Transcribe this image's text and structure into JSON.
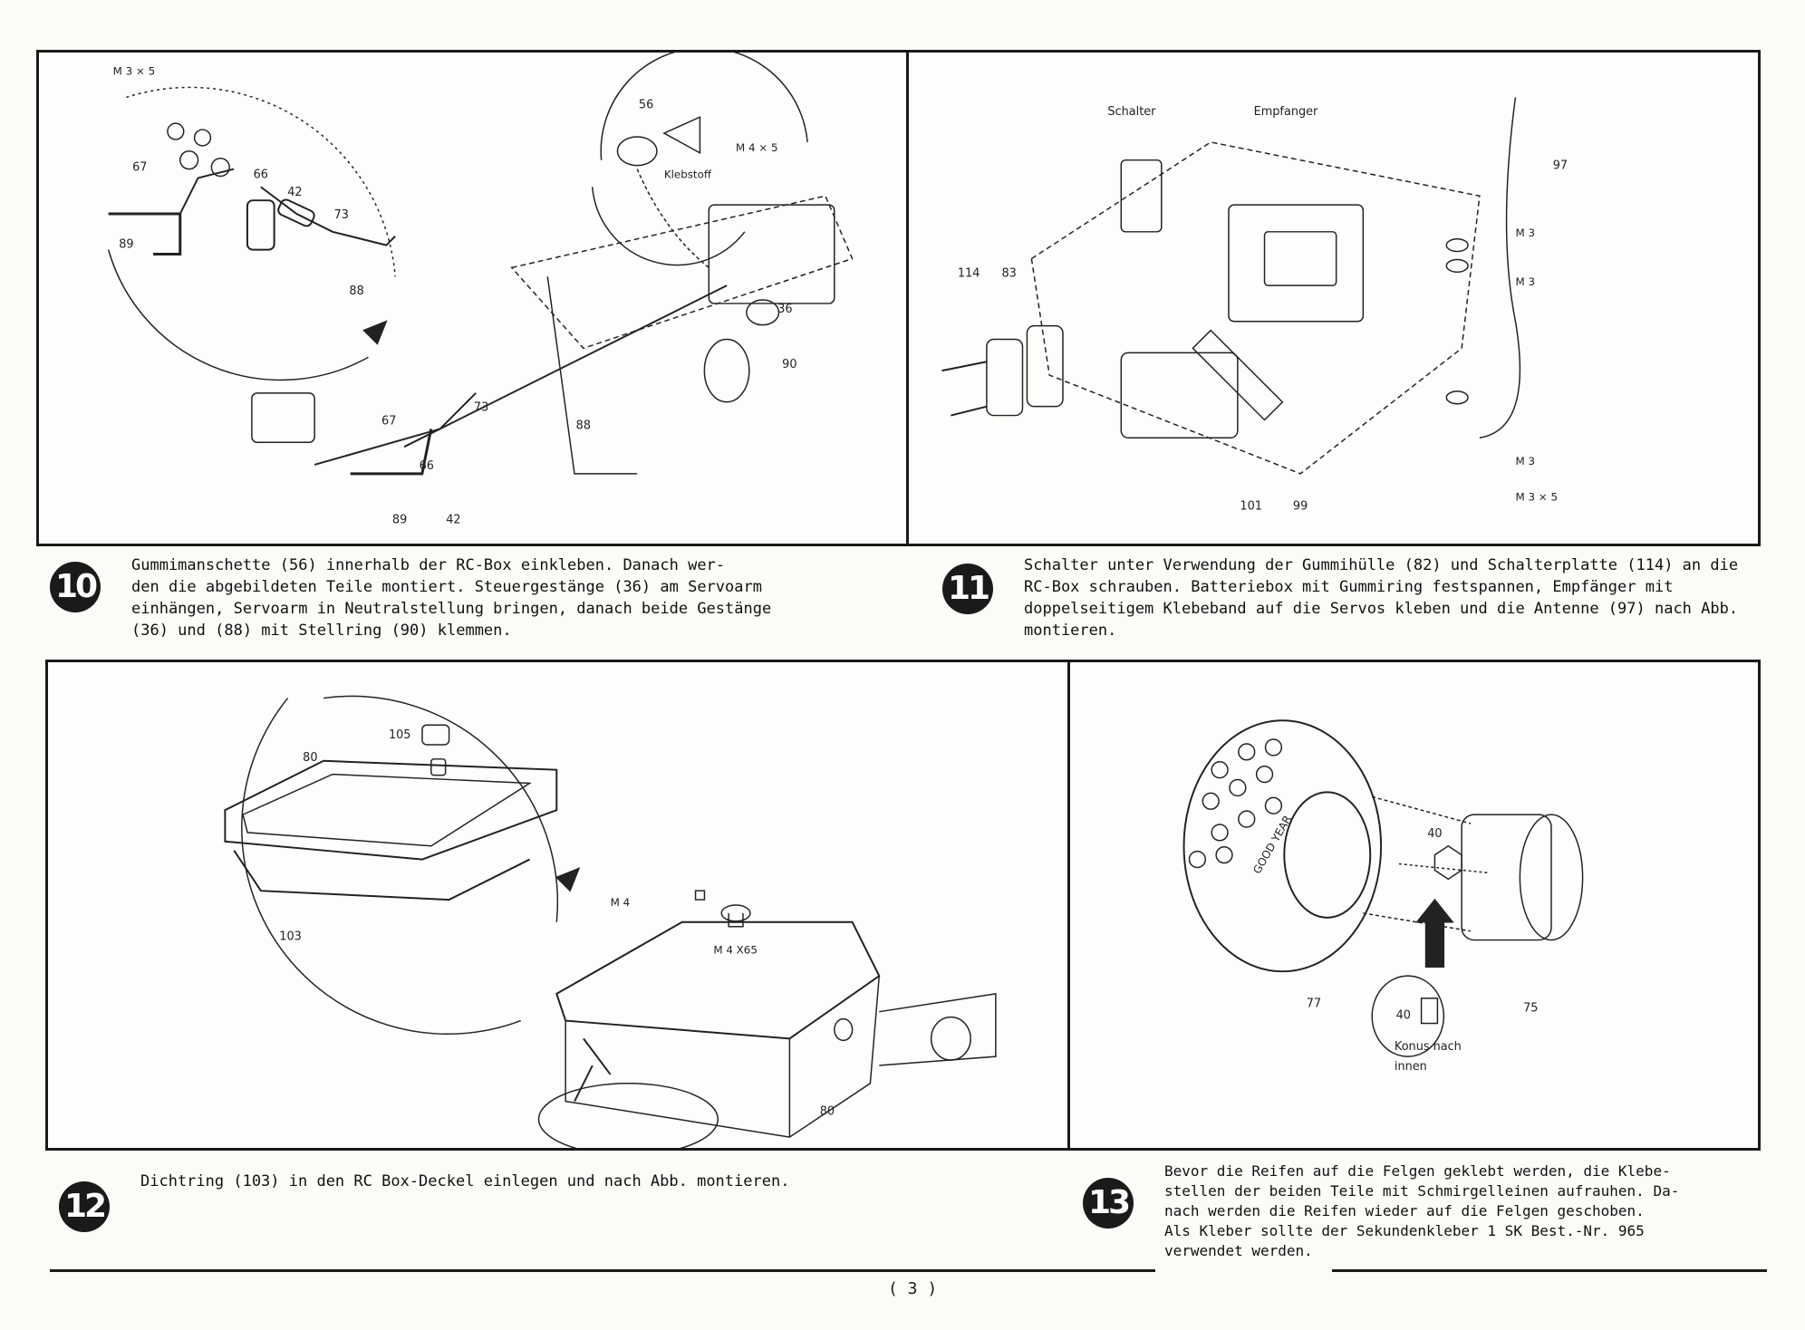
{
  "steps": {
    "s10": {
      "number": "10",
      "text": "Gummimanschette (56) innerhalb der RC-Box einkleben. Danach wer-\nden die abgebildeten Teile montiert. Steuergestänge (36) am Servoarm\neinhängen, Servoarm in Neutralstellung bringen, danach beide Gestänge\n(36) und (88) mit Stellring (90) klemmen."
    },
    "s11": {
      "number": "11",
      "text": "Schalter unter Verwendung der Gummihülle (82) und Schalterplatte (114) an die\nRC-Box schrauben. Batteriebox mit Gummiring festspannen, Empfänger mit\ndoppelseitigem Klebeband auf die Servos kleben und die Antenne (97) nach Abb.\nmontieren."
    },
    "s12": {
      "number": "12",
      "text": "Dichtring (103) in den RC Box-Deckel einlegen und nach Abb. montieren."
    },
    "s13": {
      "number": "13",
      "text": "Bevor die Reifen auf die Felgen geklebt werden, die Klebe-\nstellen der beiden Teile mit Schmirgelleinen aufrauhen. Da-\nnach werden die Reifen wieder auf die Felgen geschoben.\nAls Kleber sollte der Sekundenkleber 1 SK Best.-Nr. 965\nverwendet werden."
    }
  },
  "figures": {
    "fig10": {
      "screw": "M 3 × 5",
      "screw2": "M 4 × 5",
      "glue": "Klebstoff",
      "parts": [
        "56",
        "67",
        "66",
        "42",
        "73",
        "89",
        "88",
        "36",
        "90",
        "67",
        "73",
        "66",
        "88",
        "89",
        "42"
      ]
    },
    "fig11": {
      "switch": "Schalter",
      "receiver": "Empfanger",
      "m3a": "M 3",
      "m3b": "M 3",
      "m3c": "M 3",
      "m3x5": "M 3 × 5",
      "parts": [
        "97",
        "114",
        "83",
        "101",
        "99"
      ]
    },
    "fig12": {
      "m4": "M 4",
      "m4x65": "M 4 X65",
      "parts": [
        "105",
        "80",
        "103",
        "80"
      ]
    },
    "fig13": {
      "konus1": "Konus nach",
      "konus2": "innen",
      "brand": "GOOD YEAR",
      "parts": [
        "40",
        "40",
        "77",
        "75"
      ]
    }
  },
  "footer": {
    "page": "( 3 )"
  }
}
